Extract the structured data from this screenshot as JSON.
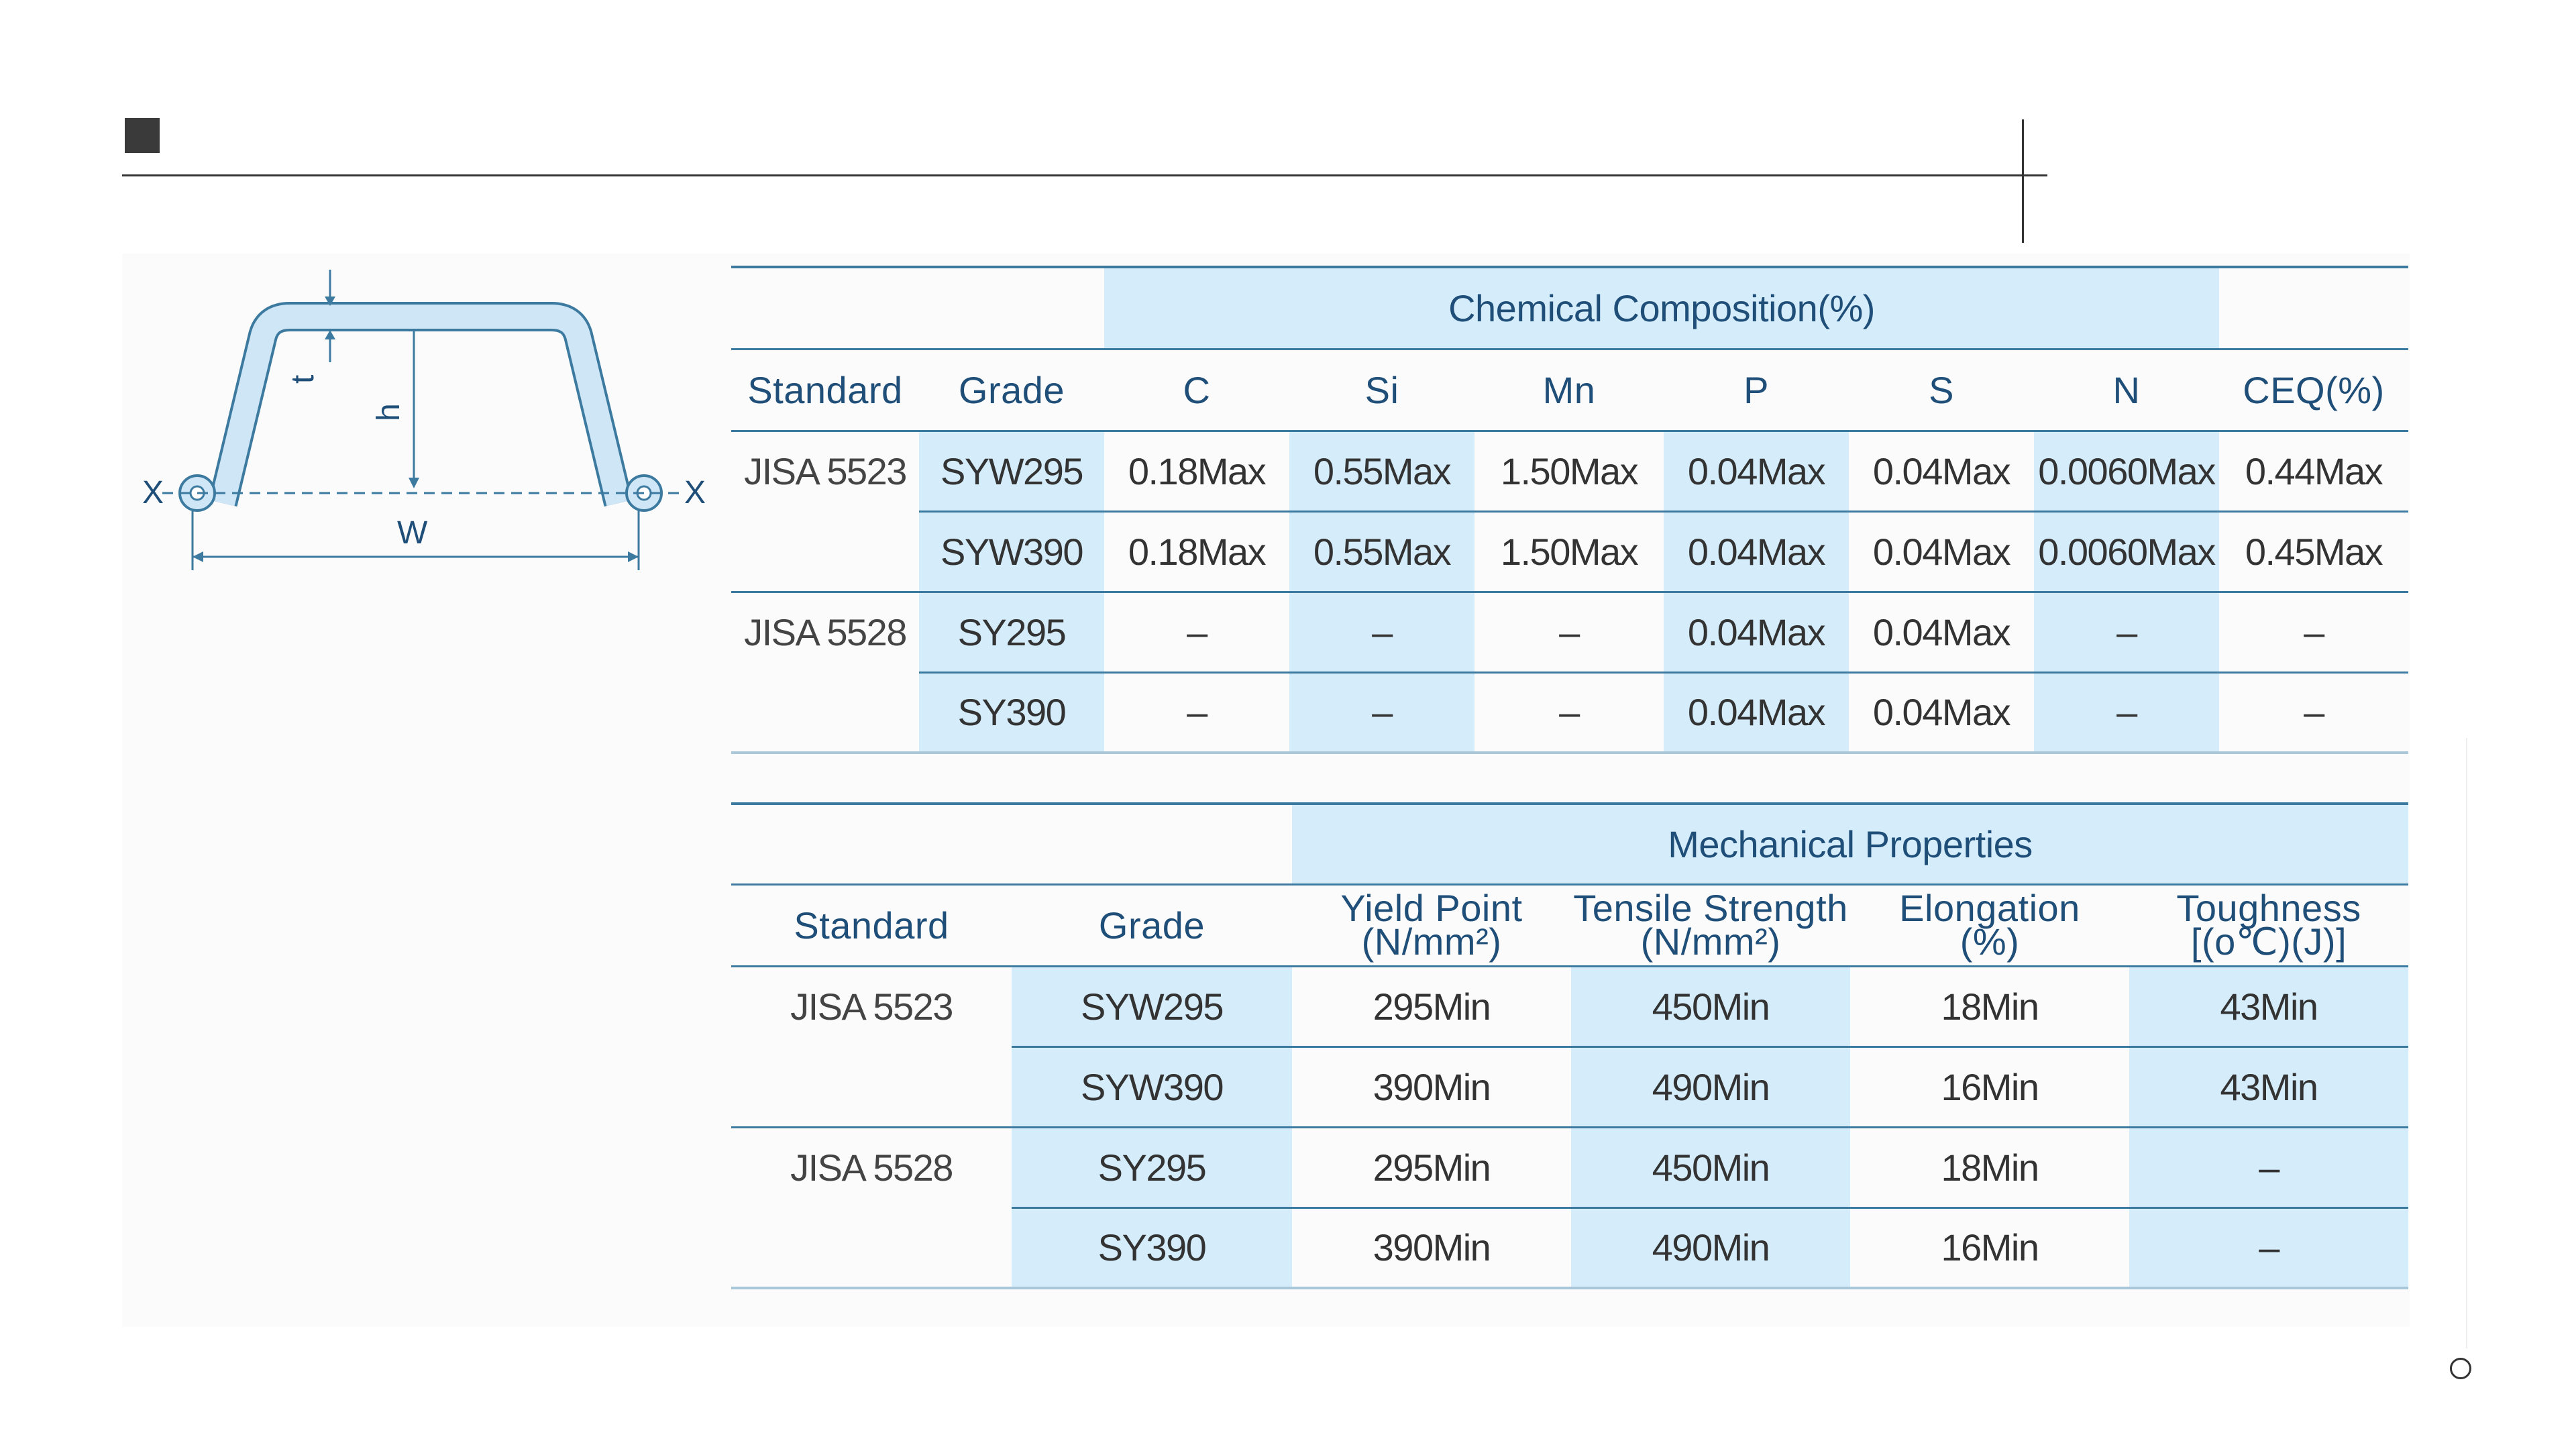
{
  "diagram": {
    "labels": {
      "x_left": "X",
      "x_right": "X",
      "t": "t",
      "h": "h",
      "w": "W"
    }
  },
  "chemical": {
    "group_header": "Chemical Composition(%)",
    "columns": [
      "Standard",
      "Grade",
      "C",
      "Si",
      "Mn",
      "P",
      "S",
      "N",
      "CEQ(%)"
    ],
    "rows": [
      {
        "standard": "JISA 5523",
        "grade": "SYW295",
        "c": "0.18Max",
        "si": "0.55Max",
        "mn": "1.50Max",
        "p": "0.04Max",
        "s": "0.04Max",
        "n": "0.0060Max",
        "ceq": "0.44Max"
      },
      {
        "standard": "",
        "grade": "SYW390",
        "c": "0.18Max",
        "si": "0.55Max",
        "mn": "1.50Max",
        "p": "0.04Max",
        "s": "0.04Max",
        "n": "0.0060Max",
        "ceq": "0.45Max"
      },
      {
        "standard": "JISA 5528",
        "grade": "SY295",
        "c": "–",
        "si": "–",
        "mn": "–",
        "p": "0.04Max",
        "s": "0.04Max",
        "n": "–",
        "ceq": "–"
      },
      {
        "standard": "",
        "grade": "SY390",
        "c": "–",
        "si": "–",
        "mn": "–",
        "p": "0.04Max",
        "s": "0.04Max",
        "n": "–",
        "ceq": "–"
      }
    ]
  },
  "mechanical": {
    "group_header": "Mechanical Properties",
    "columns": [
      {
        "line1": "Standard",
        "line2": ""
      },
      {
        "line1": "Grade",
        "line2": ""
      },
      {
        "line1": "Yield Point",
        "line2": "(N/mm²)"
      },
      {
        "line1": "Tensile Strength",
        "line2": "(N/mm²)"
      },
      {
        "line1": "Elongation",
        "line2": "(%)"
      },
      {
        "line1": "Toughness",
        "line2": "[(o℃)(J)]"
      }
    ],
    "rows": [
      {
        "standard": "JISA 5523",
        "grade": "SYW295",
        "yield": "295Min",
        "tensile": "450Min",
        "elongation": "18Min",
        "toughness": "43Min"
      },
      {
        "standard": "",
        "grade": "SYW390",
        "yield": "390Min",
        "tensile": "490Min",
        "elongation": "16Min",
        "toughness": "43Min"
      },
      {
        "standard": "JISA 5528",
        "grade": "SY295",
        "yield": "295Min",
        "tensile": "450Min",
        "elongation": "18Min",
        "toughness": "–"
      },
      {
        "standard": "",
        "grade": "SY390",
        "yield": "390Min",
        "tensile": "490Min",
        "elongation": "16Min",
        "toughness": "–"
      }
    ]
  }
}
